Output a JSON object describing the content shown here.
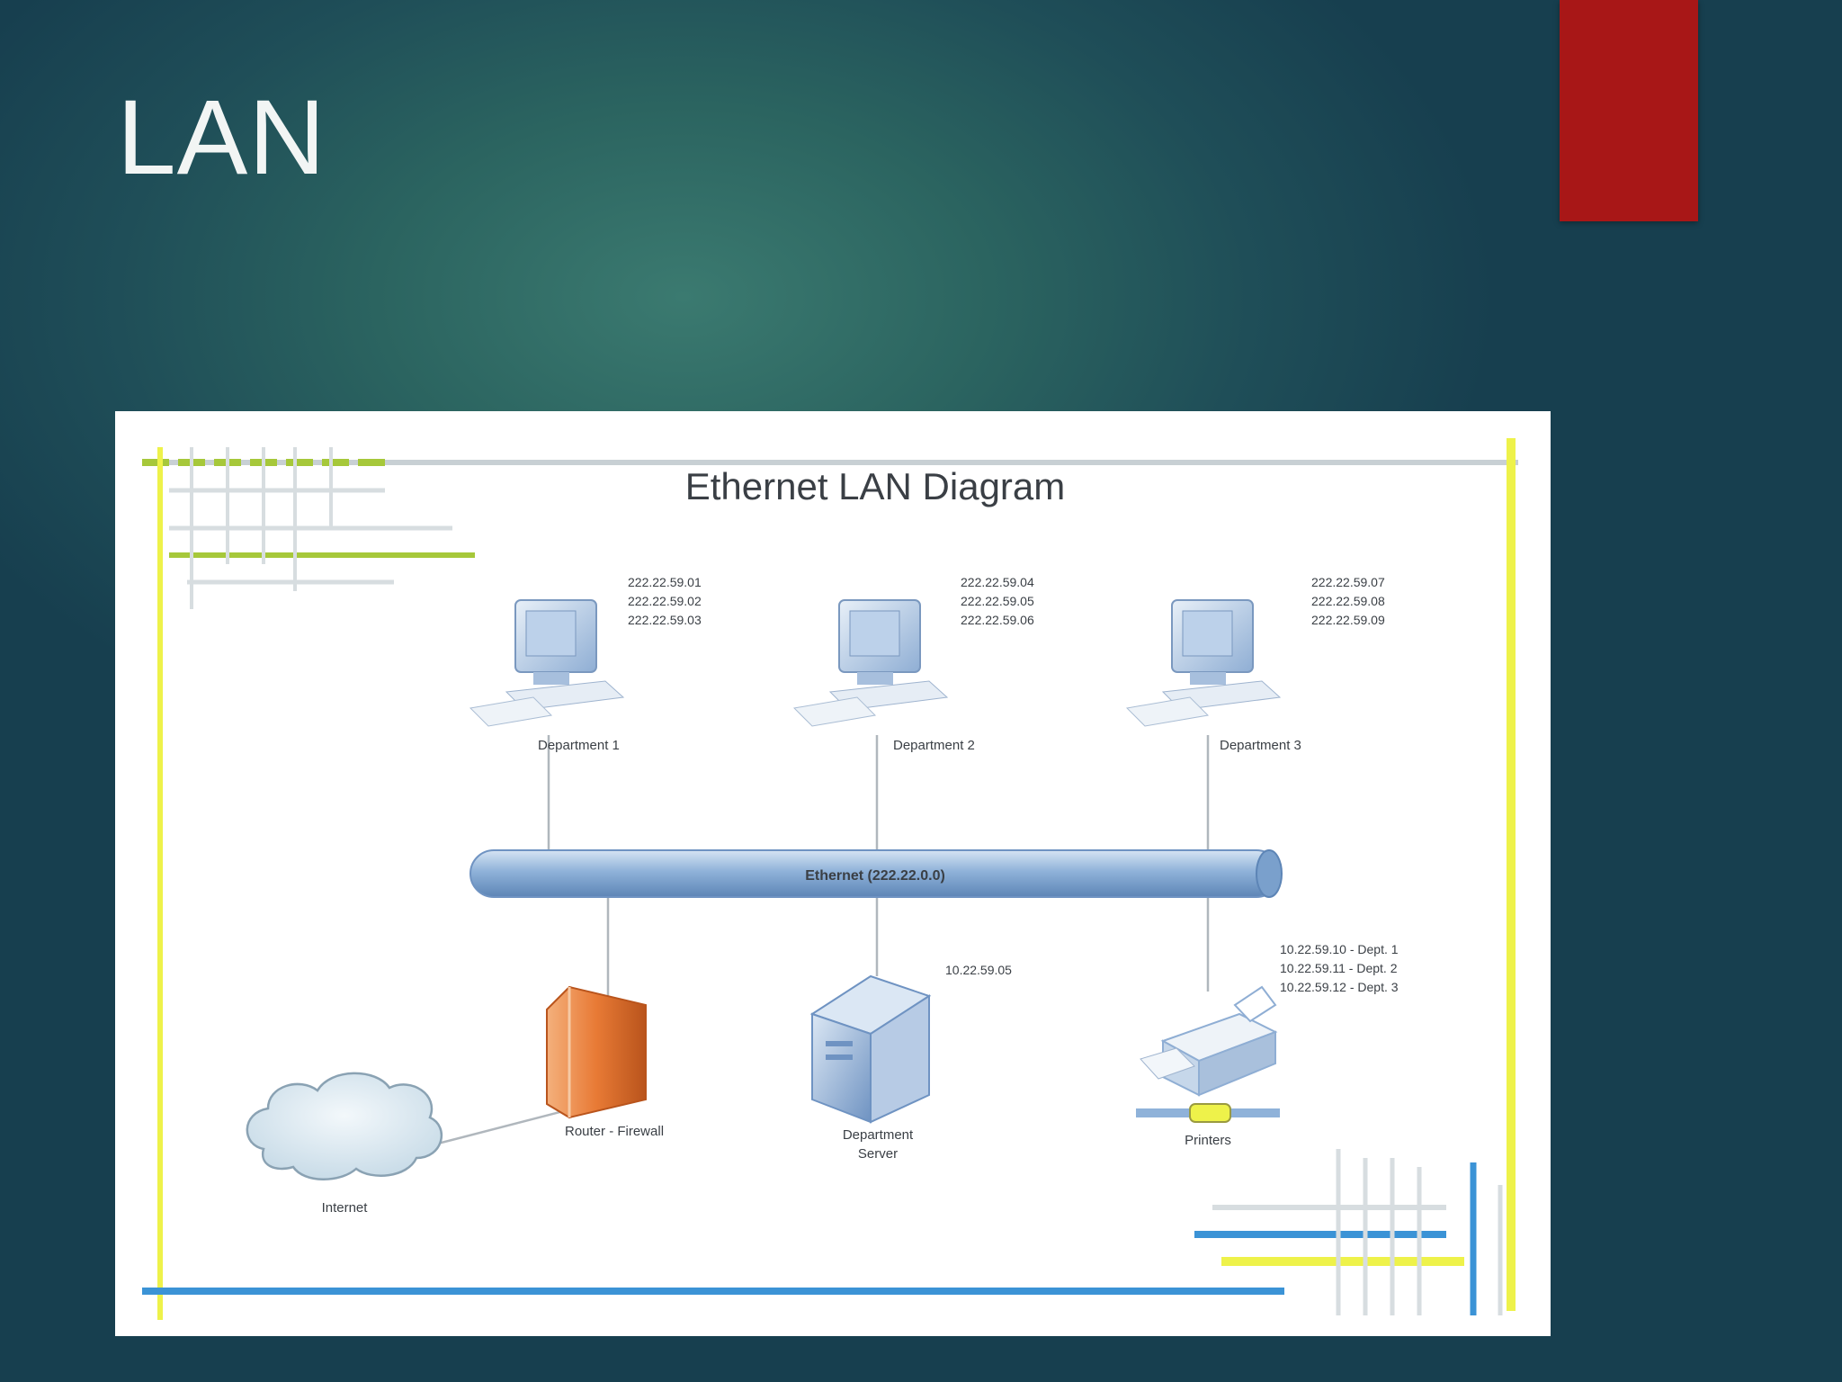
{
  "slide": {
    "title": "LAN",
    "accent_color": "#a81717"
  },
  "diagram": {
    "title": "Ethernet LAN Diagram",
    "backbone_label": "Ethernet (222.22.0.0)",
    "departments": [
      {
        "label": "Department 1",
        "ips": [
          "222.22.59.01",
          "222.22.59.02",
          "222.22.59.03"
        ]
      },
      {
        "label": "Department 2",
        "ips": [
          "222.22.59.04",
          "222.22.59.05",
          "222.22.59.06"
        ]
      },
      {
        "label": "Department 3",
        "ips": [
          "222.22.59.07",
          "222.22.59.08",
          "222.22.59.09"
        ]
      }
    ],
    "router_label": "Router - Firewall",
    "internet_label": "Internet",
    "server_label_line1": "Department",
    "server_label_line2": "Server",
    "server_ip": "10.22.59.05",
    "printer_label": "Printers",
    "printer_ips": [
      "10.22.59.10 - Dept. 1",
      "10.22.59.11 - Dept. 2",
      "10.22.59.12 - Dept. 3"
    ],
    "colors": {
      "backbone": "#8fb2d9",
      "router": "#e87a35",
      "server": "#8fb0d6",
      "deco_green": "#a6c83a",
      "deco_yellow": "#eef24a",
      "deco_blue": "#3b93d6"
    }
  }
}
